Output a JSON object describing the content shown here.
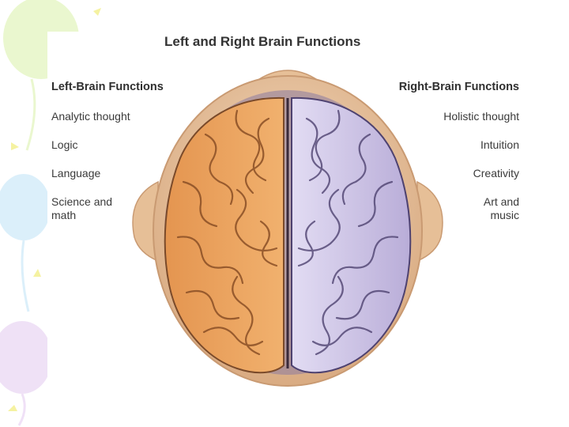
{
  "title": "Left and Right Brain Functions",
  "left": {
    "heading": "Left-Brain Functions",
    "items": [
      "Analytic thought",
      "Logic",
      "Language",
      "Science and\nmath"
    ]
  },
  "right": {
    "heading": "Right-Brain Functions",
    "items": [
      "Holistic thought",
      "Intuition",
      "Creativity",
      "Art and\nmusic"
    ]
  },
  "colors": {
    "left_hemisphere": "#e9a35e",
    "right_hemisphere": "#d2cbe8",
    "head": "#eac9a6",
    "outline": "#5c4a6a"
  }
}
